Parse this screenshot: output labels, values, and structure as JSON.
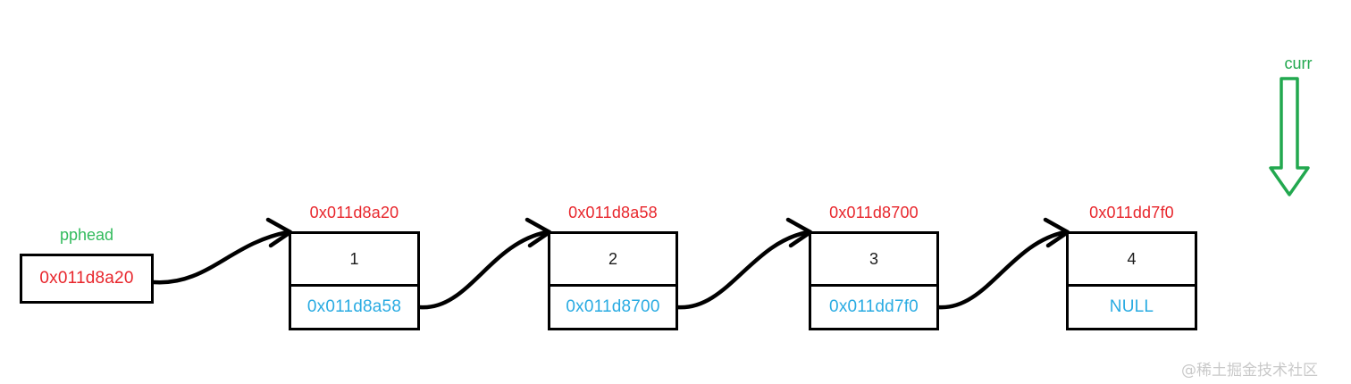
{
  "diagram": {
    "title": "Singly linked list node chain with pphead and curr pointers",
    "colors": {
      "address_red": "#e8262c",
      "pointer_blue": "#29abe2",
      "pphead_green": "#33bb5d",
      "curr_green": "#22a84f",
      "box_black": "#000000",
      "background": "#ffffff",
      "watermark_gray": "#c9c9c9"
    }
  },
  "pphead": {
    "label": "pphead",
    "value": "0x011d8a20"
  },
  "curr": {
    "label": "curr",
    "icon": "down-arrow-icon"
  },
  "nodes": [
    {
      "address": "0x011d8a20",
      "data": "1",
      "next": "0x011d8a58"
    },
    {
      "address": "0x011d8a58",
      "data": "2",
      "next": "0x011d8700"
    },
    {
      "address": "0x011d8700",
      "data": "3",
      "next": "0x011dd7f0"
    },
    {
      "address": "0x011dd7f0",
      "data": "4",
      "next": "NULL"
    }
  ],
  "watermark": {
    "text": "@稀土掘金技术社区"
  }
}
